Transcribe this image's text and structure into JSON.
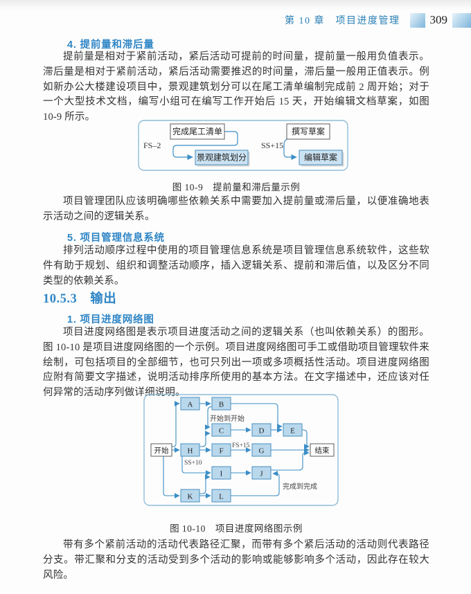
{
  "header": {
    "chapter": "第 10 章　项目进度管理",
    "page_number": "309"
  },
  "content": {
    "heading_leads_lags": "4. 提前量和滞后量",
    "para_leads_lags": "提前量是相对于紧前活动，紧后活动可提前的时间量，提前量一般用负值表示。滞后量是相对于紧前活动，紧后活动需要推迟的时间量，滞后量一般用正值表示。例如新办公大楼建设项目中，景观建筑划分可以在尾工清单编制完成前 2 周开始；对于一个大型技术文档，编写小组可在编写工作开始后 15 天，开始编辑文档草案，如图 10-9 所示。",
    "fig9_caption": "图 10-9　提前量和滞后量示例",
    "para_team": "项目管理团队应该明确哪些依赖关系中需要加入提前量或滞后量，以便准确地表示活动之间的逻辑关系。",
    "heading_pmis": "5. 项目管理信息系统",
    "para_pmis": "排列活动顺序过程中使用的项目管理信息系统是项目管理信息系统软件，这些软件有助于规划、组织和调整活动顺序，插入逻辑关系、提前和滞后值，以及区分不同类型的依赖关系。",
    "heading_outputs": "10.5.3　输出",
    "heading_network": "1. 项目进度网络图",
    "para_network": "项目进度网络图是表示项目进度活动之间的逻辑关系（也叫依赖关系）的图形。图 10-10 是项目进度网络图的一个示例。项目进度网络图可手工或借助项目管理软件来绘制，可包括项目的全部细节，也可只列出一项或多项概括性活动。项目进度网络图应附有简要文字描述，说明活动排序所使用的基本方法。在文字描述中，还应该对任何异常的活动序列做详细说明。",
    "fig10_caption": "图 10-10　项目进度网络图示例",
    "para_paths": "带有多个紧前活动的活动代表路径汇聚，而带有多个紧后活动的活动则代表路径分支。带汇聚和分支的活动受到多个活动的影响或能够影响多个活动，因此存在较大风险。"
  },
  "figure9": {
    "node_finish_punchlist": "完成尾工清单",
    "node_landscape": "景观建筑划分",
    "node_write_draft": "撰写草案",
    "node_edit_draft": "编辑草案",
    "label_fs_minus_2": "FS–2",
    "label_ss_plus_15": "SS+15"
  },
  "figure10": {
    "node_start": "开始",
    "node_end": "结束",
    "node_a": "A",
    "node_b": "B",
    "node_c": "C",
    "node_d": "D",
    "node_e": "E",
    "node_f": "F",
    "node_g": "G",
    "node_h": "H",
    "node_i": "I",
    "node_j": "J",
    "node_k": "K",
    "node_l": "L",
    "label_start_to_start": "开始到开始",
    "label_fs_plus_15": "FS+15",
    "label_ss_plus_10": "SS+10",
    "label_finish_to_finish": "完成到完成"
  },
  "colors": {
    "accent_blue": "#2f86c6",
    "header_blue": "#2980b5",
    "figure_border": "#90bcd8",
    "node_fill": "#b9d8ec",
    "node_stroke": "#5597c4",
    "arrow": "#3c8ec6"
  }
}
